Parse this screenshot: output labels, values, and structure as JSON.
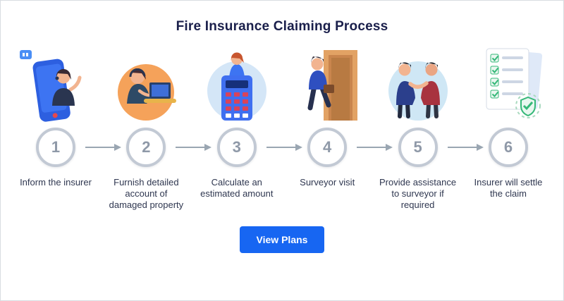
{
  "page": {
    "title": "Fire Insurance Claiming Process"
  },
  "steps": [
    {
      "number": "1",
      "label": "Inform the insurer",
      "icon": "phone-support-agent-illustration"
    },
    {
      "number": "2",
      "label": "Furnish detailed account of damaged property",
      "icon": "woman-laptop-illustration"
    },
    {
      "number": "3",
      "label": "Calculate an estimated amount",
      "icon": "calculator-illustration"
    },
    {
      "number": "4",
      "label": "Surveyor visit",
      "icon": "surveyor-door-illustration"
    },
    {
      "number": "5",
      "label": "Provide assistance to surveyor if required",
      "icon": "handshake-illustration"
    },
    {
      "number": "6",
      "label": "Insurer will settle the claim",
      "icon": "claim-document-shield-illustration"
    }
  ],
  "cta": {
    "label": "View Plans"
  },
  "colors": {
    "title": "#1a1f4b",
    "circle_ring": "#c2c9d4",
    "circle_number": "#8f99a8",
    "arrow": "#9aa6b2",
    "button": "#1766f2",
    "check_green": "#35b878"
  }
}
